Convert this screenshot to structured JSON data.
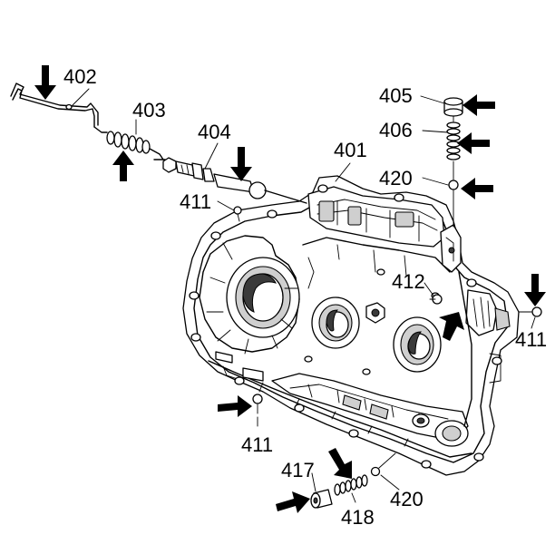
{
  "callouts": {
    "c402": "402",
    "c403": "403",
    "c404": "404",
    "c401": "401",
    "c405": "405",
    "c406": "406",
    "c420_top": "420",
    "c411_left": "411",
    "c412": "412",
    "c411_right": "411",
    "c411_bottom": "411",
    "c417": "417",
    "c418": "418",
    "c420_bottom": "420"
  }
}
